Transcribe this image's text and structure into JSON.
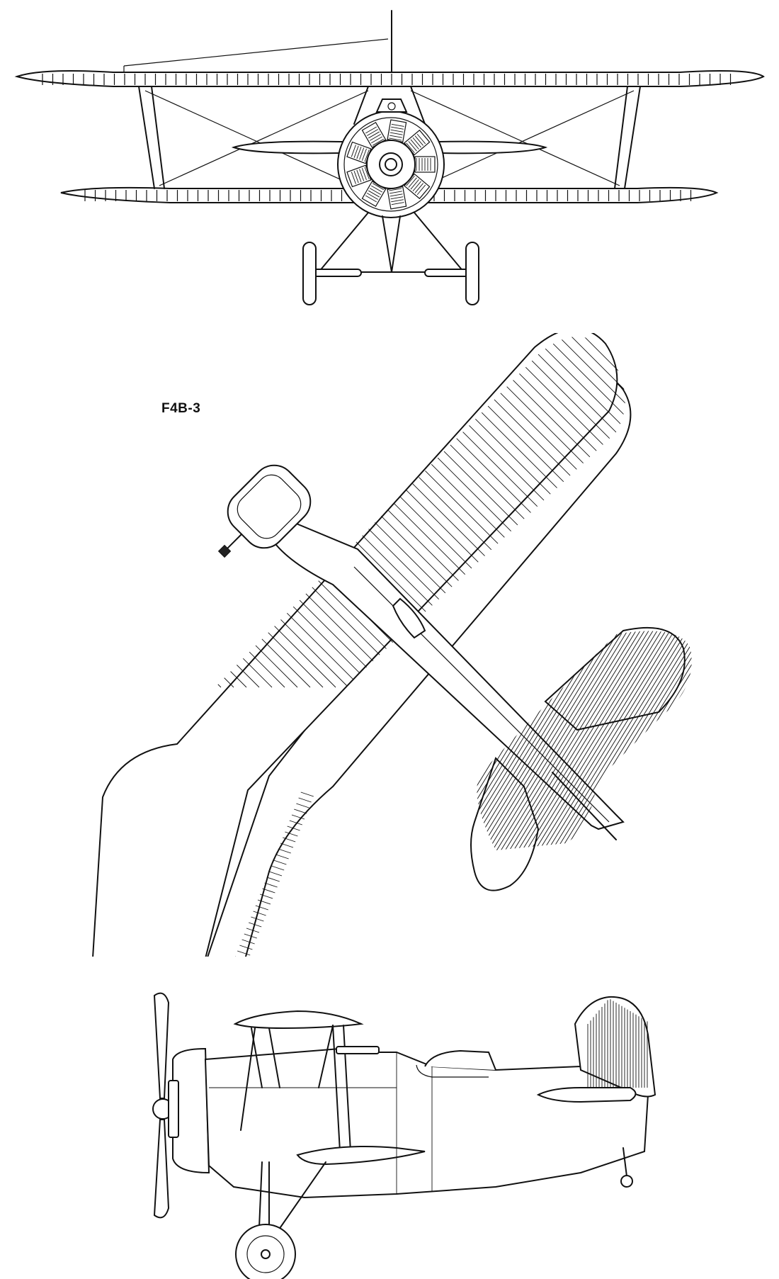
{
  "drawing": {
    "designation": "F4B-3",
    "line_color": "#111111",
    "background_color": "#ffffff",
    "views": [
      "front-view",
      "top-view",
      "side-view"
    ]
  }
}
